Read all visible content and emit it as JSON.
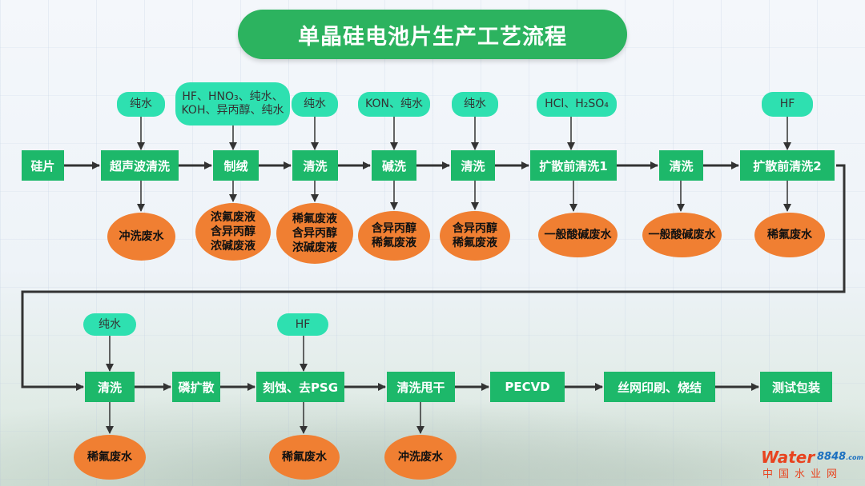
{
  "title": "单晶硅电池片生产工艺流程",
  "row1": {
    "steps": [
      "硅片",
      "超声波清洗",
      "制绒",
      "清洗",
      "碱洗",
      "清洗",
      "扩散前清洗1",
      "清洗",
      "扩散前清洗2"
    ],
    "inputs": [
      "纯水",
      "HF、HNO₃、纯水、\nKOH、异丙醇、纯水",
      "纯水",
      "KON、纯水",
      "纯水",
      "HCl、H₂SO₄",
      "HF"
    ],
    "wastes": [
      "冲洗废水",
      "浓氟废液\n含异丙醇\n浓碱废液",
      "稀氟废液\n含异丙醇\n浓碱废液",
      "含异丙醇\n稀氟废液",
      "含异丙醇\n稀氟废液",
      "一般酸碱废水",
      "一般酸碱废水",
      "稀氟废水"
    ]
  },
  "row2": {
    "steps": [
      "清洗",
      "磷扩散",
      "刻蚀、去PSG",
      "清洗甩干",
      "PECVD",
      "丝网印刷、烧结",
      "测试包装"
    ],
    "inputs": [
      "纯水",
      "HF"
    ],
    "wastes": [
      "稀氟废水",
      "稀氟废水",
      "冲洗废水"
    ]
  },
  "watermark": {
    "brand": "Water",
    "num": "8848",
    "suffix": ".com",
    "cn": "中国水业网"
  }
}
